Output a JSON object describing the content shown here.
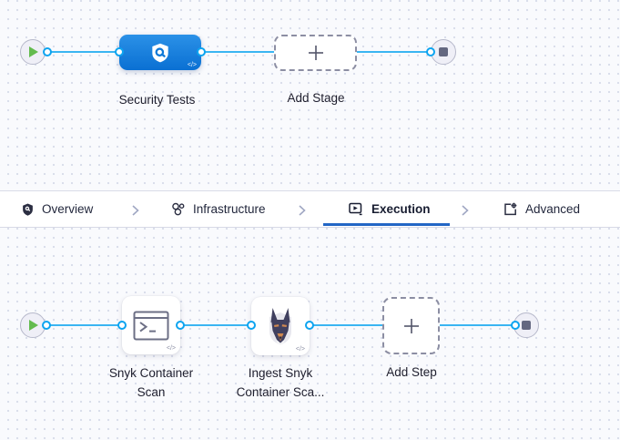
{
  "stage_pipeline": {
    "start_node_icon": "play-icon",
    "end_node_icon": "stop-icon",
    "stage": {
      "label": "Security Tests",
      "icon": "security-shield-icon",
      "code_badge": "</>"
    },
    "add_stage": {
      "label": "Add Stage",
      "icon": "plus-icon"
    }
  },
  "tab_bar": {
    "tabs": [
      {
        "label": "Overview",
        "icon": "shield-icon",
        "active": false
      },
      {
        "label": "Infrastructure",
        "icon": "infrastructure-icon",
        "active": false
      },
      {
        "label": "Execution",
        "icon": "execution-icon",
        "active": true
      },
      {
        "label": "Advanced",
        "icon": "advanced-icon",
        "active": false
      }
    ],
    "separator_icon": "chevron-right-icon"
  },
  "execution_pipeline": {
    "start_node_icon": "play-icon",
    "end_node_icon": "stop-icon",
    "steps": [
      {
        "label": "Snyk Container Scan",
        "icon": "terminal-icon",
        "code_badge": "</>"
      },
      {
        "label": "Ingest Snyk Container Sca...",
        "icon": "snyk-dog-icon",
        "code_badge": "</>"
      }
    ],
    "add_step": {
      "label": "Add Step",
      "icon": "plus-icon"
    }
  },
  "colors": {
    "connector_blue": "#3ab5f2",
    "port_ring_blue": "#0ca4f0",
    "stage_gradient_top": "#2b91e7",
    "stage_gradient_bottom": "#0a70d3",
    "active_tab_underline": "#2366c5",
    "play_green": "#63bb4e",
    "stop_gray": "#636780",
    "canvas_background": "#f9fafd",
    "label_text": "#1e1e2d"
  }
}
